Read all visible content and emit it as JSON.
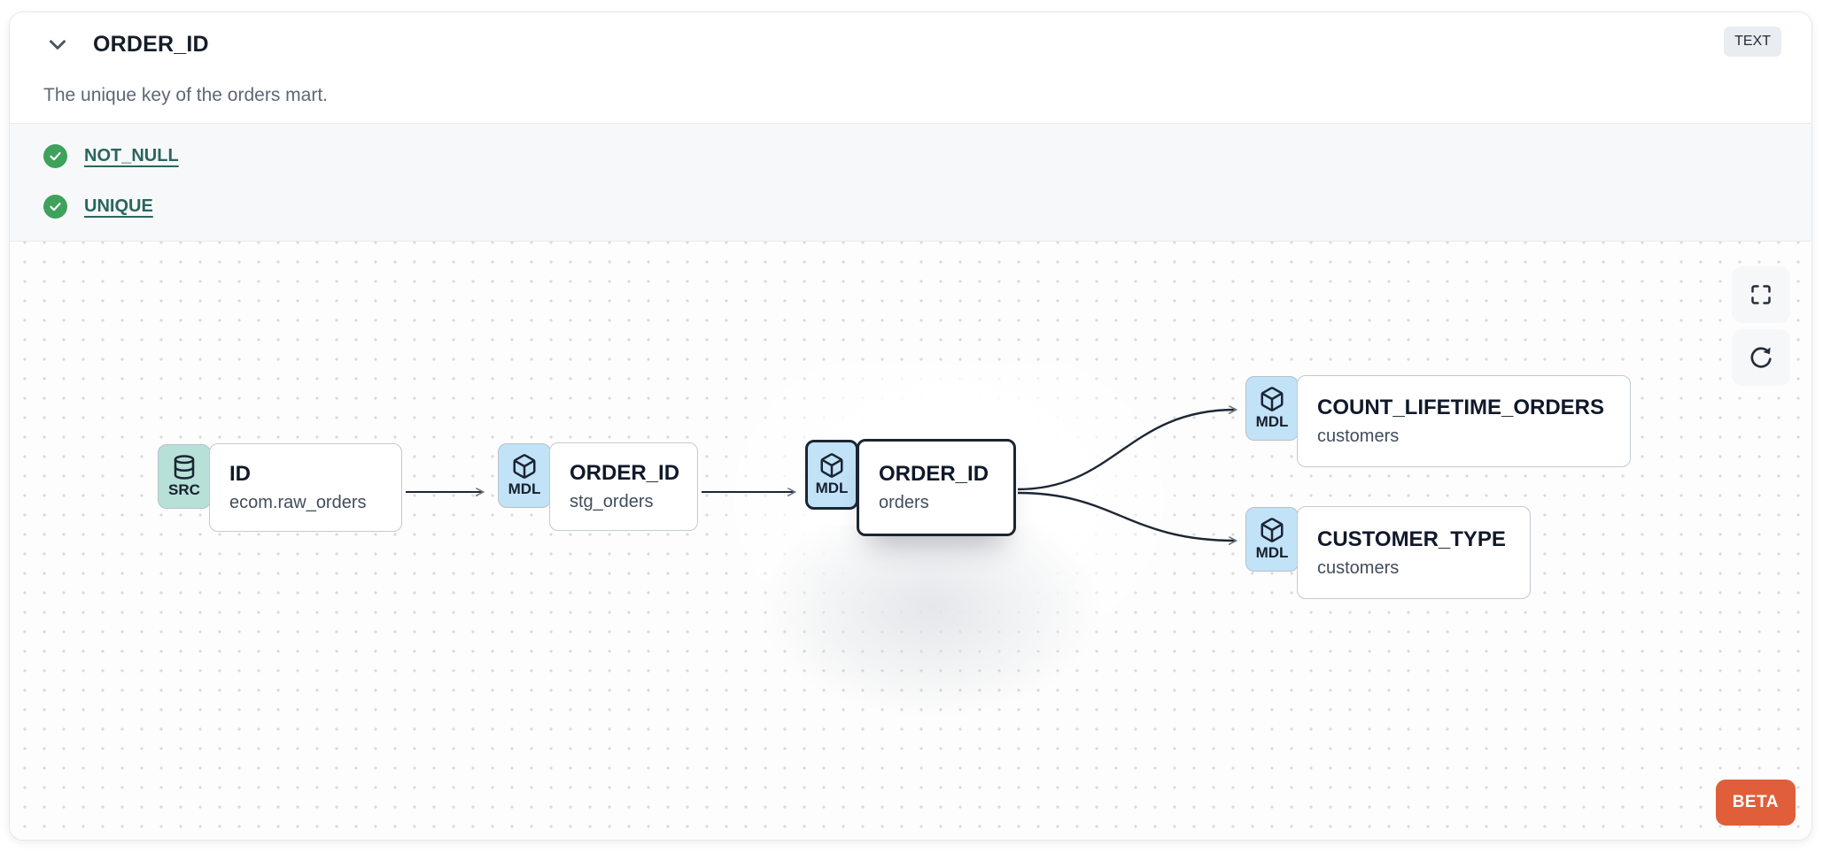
{
  "header": {
    "title": "ORDER_ID",
    "type_badge": "TEXT",
    "description": "The unique key of the orders mart."
  },
  "tests": {
    "items": [
      {
        "label": "NOT_NULL",
        "status": "pass",
        "icon": "check-circle"
      },
      {
        "label": "UNIQUE",
        "status": "pass",
        "icon": "check-circle"
      }
    ]
  },
  "lineage": {
    "nodes": [
      {
        "badge": "SRC",
        "icon": "database-icon",
        "title": "ID",
        "subtitle": "ecom.raw_orders",
        "selected": false
      },
      {
        "badge": "MDL",
        "icon": "cube-icon",
        "title": "ORDER_ID",
        "subtitle": "stg_orders",
        "selected": false
      },
      {
        "badge": "MDL",
        "icon": "cube-icon",
        "title": "ORDER_ID",
        "subtitle": "orders",
        "selected": true
      },
      {
        "badge": "MDL",
        "icon": "cube-icon",
        "title": "COUNT_LIFETIME_ORDERS",
        "subtitle": "customers",
        "selected": false
      },
      {
        "badge": "MDL",
        "icon": "cube-icon",
        "title": "CUSTOMER_TYPE",
        "subtitle": "customers",
        "selected": false
      }
    ],
    "edges": [
      {
        "from": "ID / ecom.raw_orders",
        "to": "ORDER_ID / stg_orders"
      },
      {
        "from": "ORDER_ID / stg_orders",
        "to": "ORDER_ID / orders"
      },
      {
        "from": "ORDER_ID / orders",
        "to": "COUNT_LIFETIME_ORDERS / customers"
      },
      {
        "from": "ORDER_ID / orders",
        "to": "CUSTOMER_TYPE / customers"
      }
    ],
    "beta_label": "BETA"
  },
  "colors": {
    "src_badge": "#b7e0d8",
    "mdl_badge": "#c2e2f8",
    "check_green": "#3ea15c",
    "test_link": "#29665f",
    "beta_orange": "#e05f3a",
    "selected_border": "#1b2533"
  }
}
